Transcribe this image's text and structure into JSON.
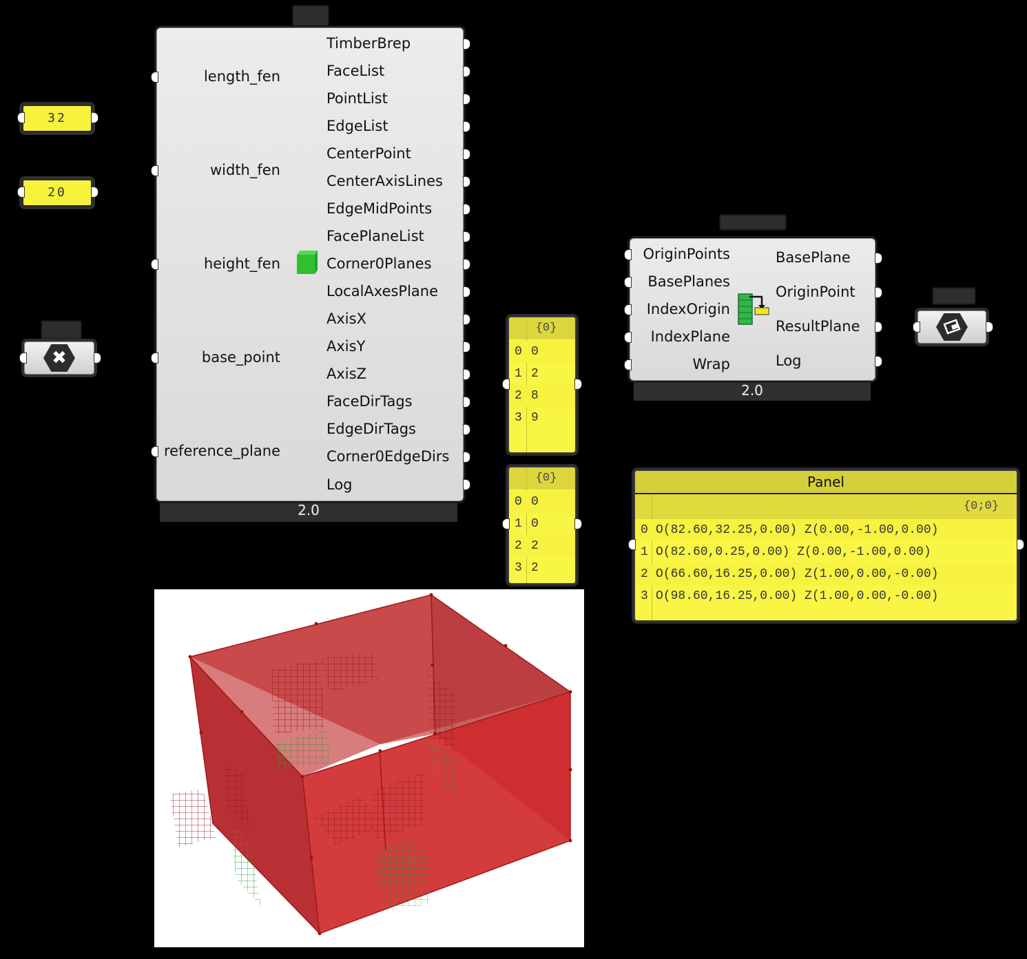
{
  "canvas": {
    "background": "#000000"
  },
  "number_sliders": [
    {
      "id": "slider-length",
      "value": "32"
    },
    {
      "id": "slider-width",
      "value": "20"
    }
  ],
  "null_param": {
    "icon": "hex-x-icon"
  },
  "timber_component": {
    "inputs": [
      "length_fen",
      "width_fen",
      "height_fen",
      "base_point",
      "reference_plane"
    ],
    "outputs": [
      "TimberBrep",
      "FaceList",
      "PointList",
      "EdgeList",
      "CenterPoint",
      "CenterAxisLines",
      "EdgeMidPoints",
      "FacePlaneList",
      "Corner0Planes",
      "LocalAxesPlane",
      "AxisX",
      "AxisY",
      "AxisZ",
      "FaceDirTags",
      "EdgeDirTags",
      "Corner0EdgeDirs",
      "Log"
    ],
    "icon": "green-box-icon",
    "version": "2.0"
  },
  "list_panel_1": {
    "path": "{0}",
    "rows": [
      {
        "i": "0",
        "v": "0"
      },
      {
        "i": "1",
        "v": "2"
      },
      {
        "i": "2",
        "v": "8"
      },
      {
        "i": "3",
        "v": "9"
      }
    ]
  },
  "list_panel_2": {
    "path": "{0}",
    "rows": [
      {
        "i": "0",
        "v": "0"
      },
      {
        "i": "1",
        "v": "0"
      },
      {
        "i": "2",
        "v": "2"
      },
      {
        "i": "3",
        "v": "2"
      }
    ]
  },
  "plane_component": {
    "inputs": [
      "OriginPoints",
      "BasePlanes",
      "IndexOrigin",
      "IndexPlane",
      "Wrap"
    ],
    "outputs": [
      "BasePlane",
      "OriginPoint",
      "ResultPlane",
      "Log"
    ],
    "icon": "list-item-icon",
    "version": "2.0"
  },
  "plane_param": {
    "icon": "plane-hex-icon"
  },
  "result_panel": {
    "title": "Panel",
    "path": "{0;0}",
    "rows": [
      {
        "i": "0",
        "v": "O(82.60,32.25,0.00) Z(0.00,-1.00,0.00)"
      },
      {
        "i": "1",
        "v": "O(82.60,0.25,0.00) Z(0.00,-1.00,0.00)"
      },
      {
        "i": "2",
        "v": "O(66.60,16.25,0.00) Z(1.00,0.00,-0.00)"
      },
      {
        "i": "3",
        "v": "O(98.60,16.25,0.00) Z(1.00,0.00,-0.00)"
      }
    ]
  },
  "viewport": {
    "description": "3D preview of red translucent box with plane grids",
    "box_color": "#c8262a",
    "grid_colors": [
      "#b22222",
      "#2e9b3a"
    ]
  }
}
